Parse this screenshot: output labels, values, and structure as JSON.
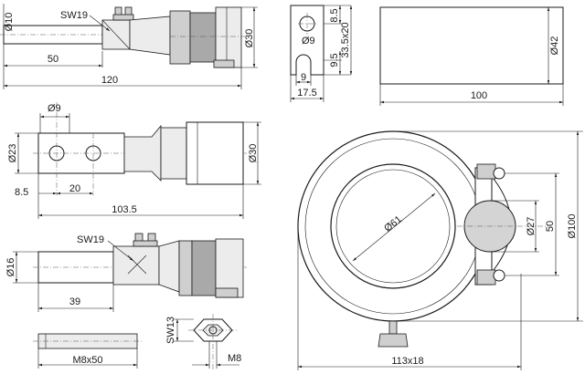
{
  "title": "",
  "labels": {
    "top_left_sw": "SW19",
    "top_left_d10": "Ø10",
    "top_left_d30": "Ø30",
    "top_left_50": "50",
    "top_left_120": "120",
    "clamp_85": "8.5",
    "clamp_d9": "Ø9",
    "clamp_335x20": "33.5x20",
    "clamp_95": "9.5",
    "clamp_9": "9",
    "clamp_175": "17.5",
    "block_d42": "Ø42",
    "block_100": "100",
    "mid_d9": "Ø9",
    "mid_d23": "Ø23",
    "mid_d30": "Ø30",
    "mid_85": "8.5",
    "mid_20": "20",
    "mid_1035": "103.5",
    "bot_sw": "SW19",
    "bot_d16": "Ø16",
    "bot_39": "39",
    "bolt_m8x50": "M8x50",
    "nut_sw13": "SW13",
    "nut_m8": "M8",
    "ring_d61": "Ø61",
    "ring_d27": "Ø27",
    "ring_50": "50",
    "ring_d100": "Ø100",
    "ring_113x18": "113x18"
  },
  "colors": {
    "line": "#1a1a1a",
    "shade_light": "#ececec",
    "shade_mid": "#cfcfcf",
    "shade_dark": "#a9a9a9"
  }
}
